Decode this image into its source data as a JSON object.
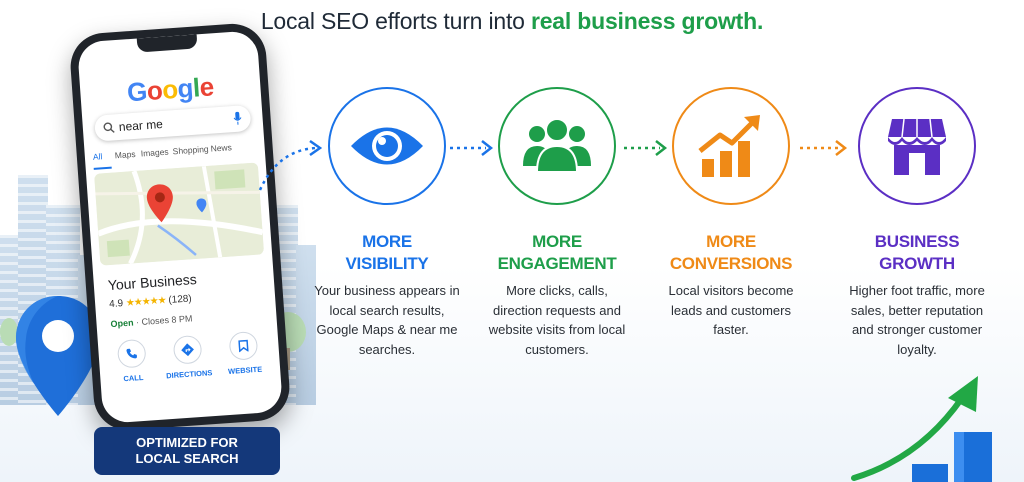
{
  "headline": {
    "prefix": "Local SEO efforts turn into ",
    "accent": "real business growth."
  },
  "phone": {
    "logo": "Google",
    "search_query": "near me",
    "tabs": [
      "All",
      "Maps",
      "Images",
      "Shopping",
      "News"
    ],
    "business_name": "Your Business",
    "rating": "4.9",
    "stars": "★★★★★",
    "review_count": "(128)",
    "open_label": "Open",
    "hours": " · Closes 8 PM",
    "actions": [
      {
        "label": "CALL",
        "icon": "phone-icon"
      },
      {
        "label": "DIRECTIONS",
        "icon": "directions-icon"
      },
      {
        "label": "WEBSITE",
        "icon": "bookmark-icon"
      }
    ]
  },
  "badge": {
    "text": "OPTIMIZED FOR LOCAL SEARCH"
  },
  "steps": [
    {
      "title_line1": "MORE",
      "title_line2": "VISIBILITY",
      "color": "#1a73e8",
      "icon": "eye-icon",
      "description": "Your business appears in local search results, Google Maps & near me searches."
    },
    {
      "title_line1": "MORE",
      "title_line2": "ENGAGEMENT",
      "color": "#1e9e4a",
      "icon": "people-icon",
      "description": "More clicks, calls, direction requests and website visits from local customers."
    },
    {
      "title_line1": "MORE",
      "title_line2": "CONVERSIONS",
      "color": "#ef8a17",
      "icon": "growth-chart-icon",
      "description": "Local visitors become leads and customers faster."
    },
    {
      "title_line1": "BUSINESS",
      "title_line2": "GROWTH",
      "color": "#5b2fc4",
      "icon": "storefront-icon",
      "description": "Higher foot traffic, more sales, better reputation and stronger customer loyalty."
    }
  ],
  "colors": {
    "navy": "#14387a",
    "green": "#1e9e4a",
    "blue": "#1a73e8",
    "orange": "#ef8a17",
    "purple": "#5b2fc4"
  }
}
